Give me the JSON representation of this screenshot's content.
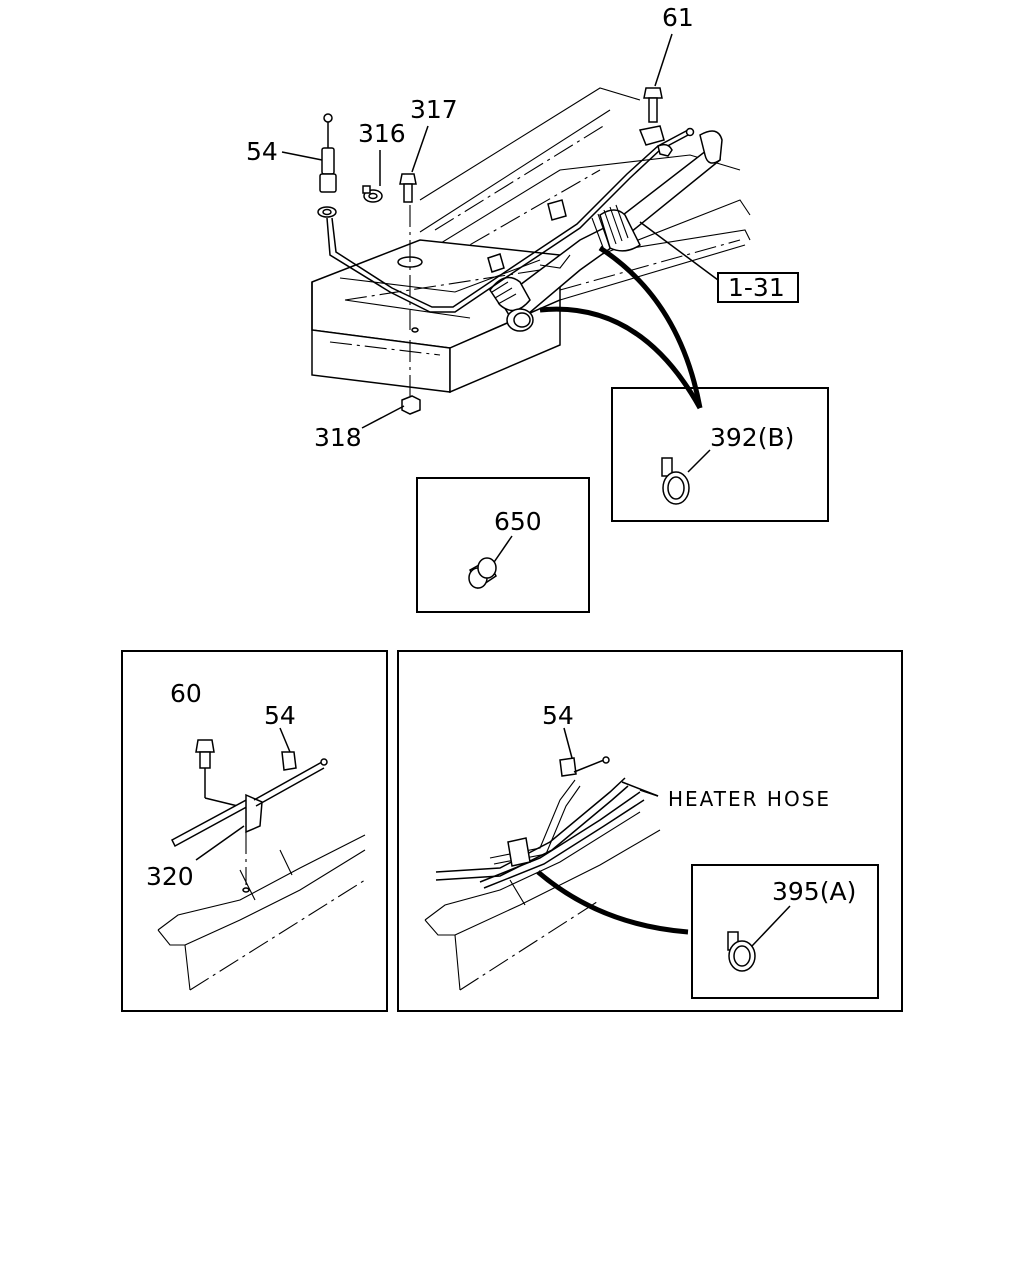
{
  "labels": {
    "l61": "61",
    "l54_top": "54",
    "l316": "316",
    "l317": "317",
    "l318": "318",
    "l1_31": "1-31",
    "l392b": "392(B)",
    "l650": "650",
    "l60": "60",
    "l54_left": "54",
    "l320": "320",
    "l54_right": "54",
    "heater_hose": "HEATER HOSE",
    "l395a": "395(A)"
  }
}
